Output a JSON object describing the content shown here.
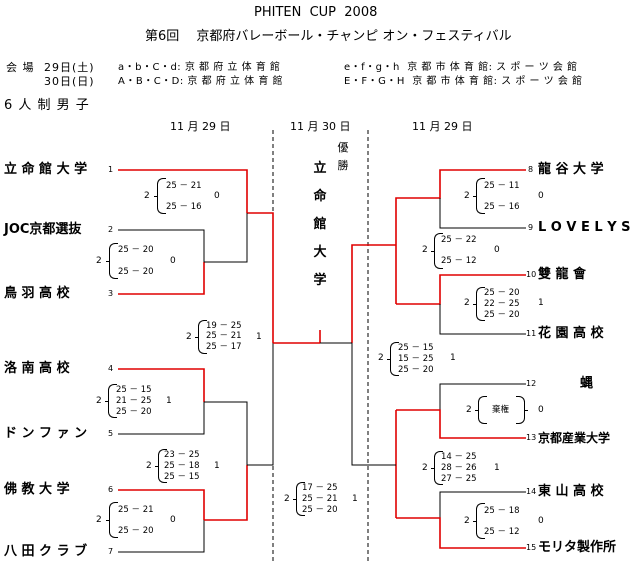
{
  "header": {
    "title": "PHITEN  CUP  2008",
    "subtitle": "第6回　 京都府バレーボール・チャンピ オン・フェスティバル"
  },
  "venue": {
    "label": "会 場",
    "day1": "29日(土)",
    "day2": "30日(日)",
    "row1_left": "a・b・C・d: 京 都 府 立 体 育 館",
    "row1_right": "e・f・g・h  京 都 市 体 育 館: ス ポ ー ツ 会 館",
    "row2_left": "A・B・C・D: 京 都 府 立 体 育 館",
    "row2_right": "E・F・G・H  京 都 市 体 育 館: ス ポ ー ツ 会 館"
  },
  "category": "6 人 制 男 子",
  "dates": {
    "left": "11 月 29 日",
    "center": "11 月 30 日",
    "right": "11 月 29 日"
  },
  "champion": {
    "label": "優 勝",
    "name": "立 命 館 大 学"
  },
  "teams_left": [
    {
      "name": "立 命 館 大 学",
      "seed": "1"
    },
    {
      "name": "JOC京都選抜",
      "seed": "2"
    },
    {
      "name": "鳥 羽 高 校",
      "seed": "3"
    },
    {
      "name": "洛 南 高 校",
      "seed": "4"
    },
    {
      "name": "ド ン フ ァ ン",
      "seed": "5"
    },
    {
      "name": "佛 教 大 学",
      "seed": "6"
    },
    {
      "name": "八 田 ク ラ ブ",
      "seed": "7"
    }
  ],
  "teams_right": [
    {
      "name": "龍 谷 大 学",
      "seed": "8"
    },
    {
      "name": "L O V E L Y S",
      "seed": "9"
    },
    {
      "name": "雙 龍 會",
      "seed": "10"
    },
    {
      "name": "花 園 高 校",
      "seed": "11"
    },
    {
      "name": "蝿",
      "seed": "12"
    },
    {
      "name": "京都産業大学",
      "seed": "13"
    },
    {
      "name": "東 山 高 校",
      "seed": "14"
    },
    {
      "name": "モリタ製作所",
      "seed": "15"
    }
  ],
  "matches": {
    "m1_6": {
      "left": "2",
      "right": "0",
      "sets": [
        "25 － 21",
        "25 － 16"
      ]
    },
    "m2_3": {
      "left": "2",
      "right": "0",
      "sets": [
        "25 － 20",
        "25 － 20"
      ]
    },
    "m1_4": {
      "left": "2",
      "right": "1",
      "sets": [
        "19 － 25",
        "25 － 21",
        "25 － 17"
      ]
    },
    "m4_5": {
      "left": "2",
      "right": "1",
      "sets": [
        "25 － 15",
        "21 － 25",
        "25 － 20"
      ]
    },
    "m6_7": {
      "left": "2",
      "right": "1",
      "sets": [
        "23 － 25",
        "25 － 18",
        "25 － 15"
      ]
    },
    "m6_7b": {
      "left": "2",
      "right": "0",
      "sets": [
        "25 － 21",
        "25 － 20"
      ]
    },
    "final": {
      "left": "2",
      "right": "1",
      "sets": [
        "17 － 25",
        "25 － 21",
        "25 － 20"
      ]
    },
    "m8_9": {
      "left": "2",
      "right": "0",
      "sets": [
        "25 － 11",
        "25 － 16"
      ]
    },
    "m8_10": {
      "left": "2",
      "right": "0",
      "sets": [
        "25 － 22",
        "25 － 12"
      ]
    },
    "m10_11": {
      "left": "2",
      "right": "1",
      "sets": [
        "25 － 20",
        "22 － 25",
        "25 － 20"
      ]
    },
    "m8_13": {
      "left": "2",
      "right": "1",
      "sets": [
        "25 － 15",
        "15 － 25",
        "25 － 20"
      ]
    },
    "m12_13": {
      "left": "2",
      "right": "0",
      "sets": [
        "棄権"
      ]
    },
    "m13_15": {
      "left": "2",
      "right": "1",
      "sets": [
        "14 － 25",
        "28 － 26",
        "27 － 25"
      ]
    },
    "m14_15": {
      "left": "2",
      "right": "0",
      "sets": [
        "25 － 18",
        "25 － 12"
      ]
    }
  }
}
